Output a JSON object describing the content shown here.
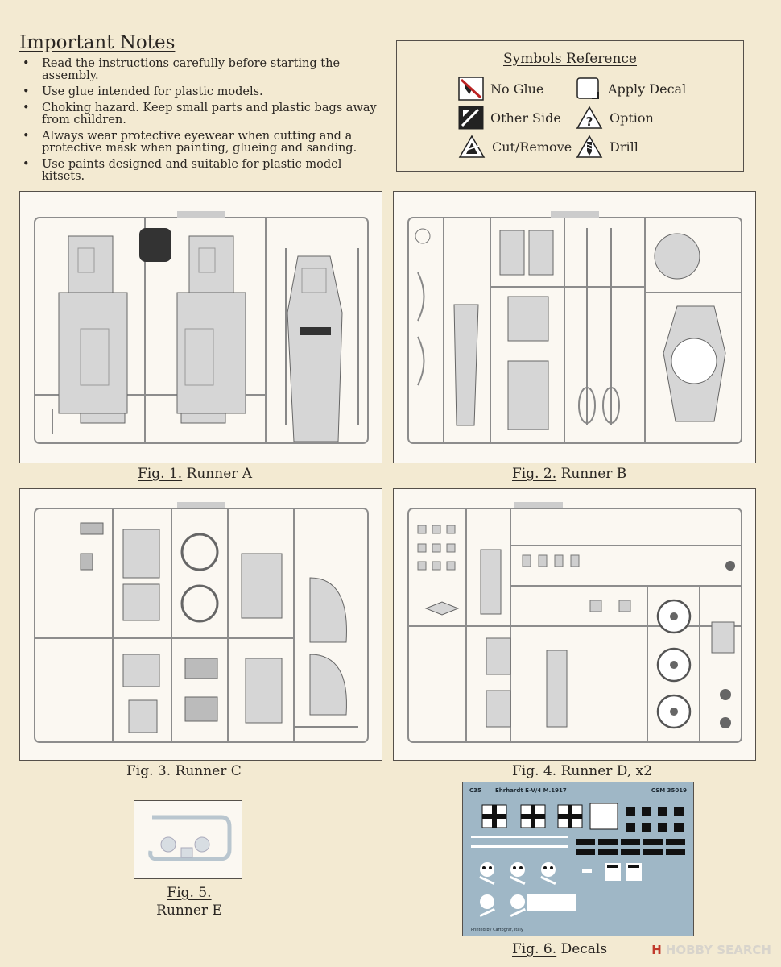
{
  "notes": {
    "title": "Important Notes",
    "items": [
      "Read the instructions carefully before starting the assembly.",
      "Use glue intended for plastic models.",
      "Choking hazard. Keep small parts and plastic bags away from children.",
      "Always wear protective eyewear when cutting and a protective mask when painting, glueing and sanding.",
      "Use paints designed and suitable for plastic model kitsets."
    ]
  },
  "symbols": {
    "title": "Symbols Reference",
    "items": [
      {
        "label": "No Glue",
        "icon": "no-glue-icon"
      },
      {
        "label": "Apply Decal",
        "icon": "apply-decal-icon"
      },
      {
        "label": "Other Side",
        "icon": "other-side-icon"
      },
      {
        "label": "Option",
        "icon": "option-icon"
      },
      {
        "label": "Cut/Remove",
        "icon": "cut-remove-icon"
      },
      {
        "label": "Drill",
        "icon": "drill-icon"
      }
    ]
  },
  "figures": [
    {
      "num": "Fig. 1.",
      "name": "Runner A"
    },
    {
      "num": "Fig. 2.",
      "name": "Runner B"
    },
    {
      "num": "Fig. 3.",
      "name": "Runner C"
    },
    {
      "num": "Fig. 4.",
      "name": "Runner D, x2"
    },
    {
      "num": "Fig. 5.",
      "name": "Runner E"
    },
    {
      "num": "Fig. 6.",
      "name": "Decals"
    }
  ],
  "decal_sheet": {
    "left_header": "C35",
    "title": "Ehrhardt E-V/4 M.1917",
    "right_header": "CSM 35019",
    "printer_note": "Printed by Cartograf, Italy"
  },
  "watermark": {
    "logo": "H",
    "text": "HOBBY SEARCH"
  }
}
